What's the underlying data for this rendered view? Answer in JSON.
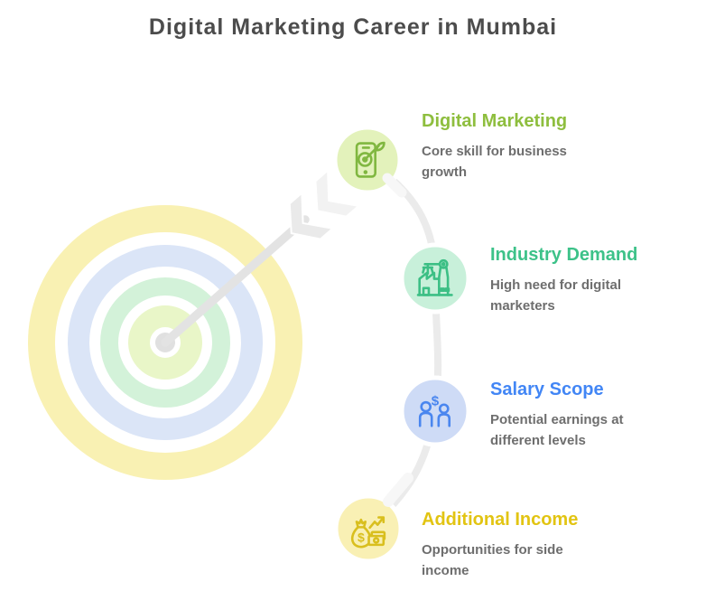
{
  "title": "Digital Marketing Career in Mumbai",
  "glyphs": {
    "dollar": "$"
  },
  "colors": {
    "title_text": "#4c4c4c",
    "description_text": "#6e6e6e",
    "connector_path": "#ebebeb",
    "arrow_gray": "#e3e3e3",
    "target_ring_outer_yellow": "#f9f1b3",
    "target_ring_blue": "#dbe5f7",
    "target_ring_mint": "#d3f2d9",
    "target_ring_inner_lime": "#e9f6c8",
    "target_center_dot": "#e0e0e0"
  },
  "milestones": [
    {
      "label": "Digital Marketing",
      "description": "Core skill for business growth",
      "accent_color": "#8ebe3e",
      "circle_color": "#e3f2bb",
      "icon": "smartphone-target-dart"
    },
    {
      "label": "Industry Demand",
      "description": "High need for digital marketers",
      "accent_color": "#3dc289",
      "circle_color": "#c8f0da",
      "icon": "factory-crane"
    },
    {
      "label": "Salary Scope",
      "description": "Potential earnings at different levels",
      "accent_color": "#4286f5",
      "circle_color": "#cedbf6",
      "icon": "people-dollar"
    },
    {
      "label": "Additional Income",
      "description": "Opportunities for side income",
      "accent_color": "#e2c412",
      "circle_color": "#f9f0b4",
      "icon": "money-bag-growth"
    }
  ]
}
